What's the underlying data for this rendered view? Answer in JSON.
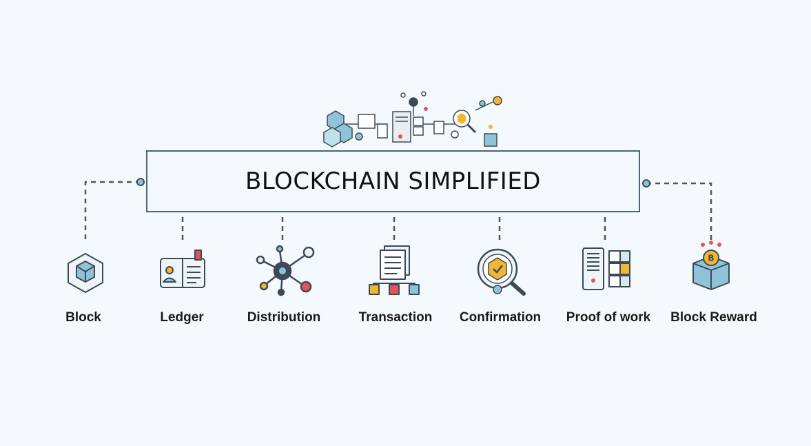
{
  "title": "BLOCKCHAIN SIMPLIFIED",
  "items": [
    {
      "label": "Block",
      "icon": "cube-icon"
    },
    {
      "label": "Ledger",
      "icon": "ledger-icon"
    },
    {
      "label": "Distribution",
      "icon": "network-nodes-icon"
    },
    {
      "label": "Transaction",
      "icon": "transaction-flow-icon"
    },
    {
      "label": "Confirmation",
      "icon": "magnifier-check-icon"
    },
    {
      "label": "Proof of work",
      "icon": "server-blocks-icon"
    },
    {
      "label": "Block Reward",
      "icon": "coin-box-icon"
    }
  ],
  "colors": {
    "background": "#f4f9fd",
    "line": "#555555",
    "icon_blue": "#8fc3d8",
    "icon_dark": "#3d4a56",
    "accent_red": "#e0555a",
    "accent_yellow": "#f2b632"
  }
}
